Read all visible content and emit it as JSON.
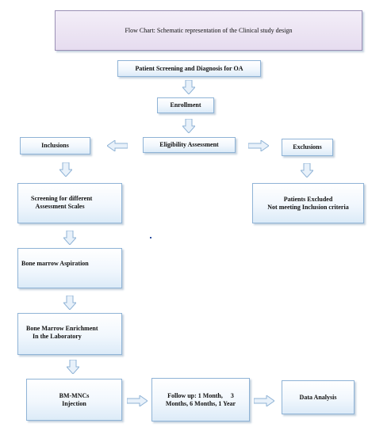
{
  "title": "Flow Chart: Schematic representation of the Clinical study design",
  "nodes": {
    "screening": "Patient Screening and Diagnosis for OA",
    "enrollment": "Enrollment",
    "eligibility": "Eligibility Assessment",
    "inclusions": "Inclusions",
    "exclusions": "Exclusions",
    "scales": "Screening for different\n   Assessment Scales",
    "excluded": "Patients Excluded\nNot meeting Inclusion criteria",
    "aspiration": "Bone marrow Aspiration",
    "enrichment": "Bone Marrow Enrichment\n    In the Laboratory",
    "injection": "BM-MNCs\nInjection",
    "followup": "Follow up: 1 Month,     3\nMonths, 6 Months, 1 Year",
    "analysis": "Data Analysis"
  }
}
